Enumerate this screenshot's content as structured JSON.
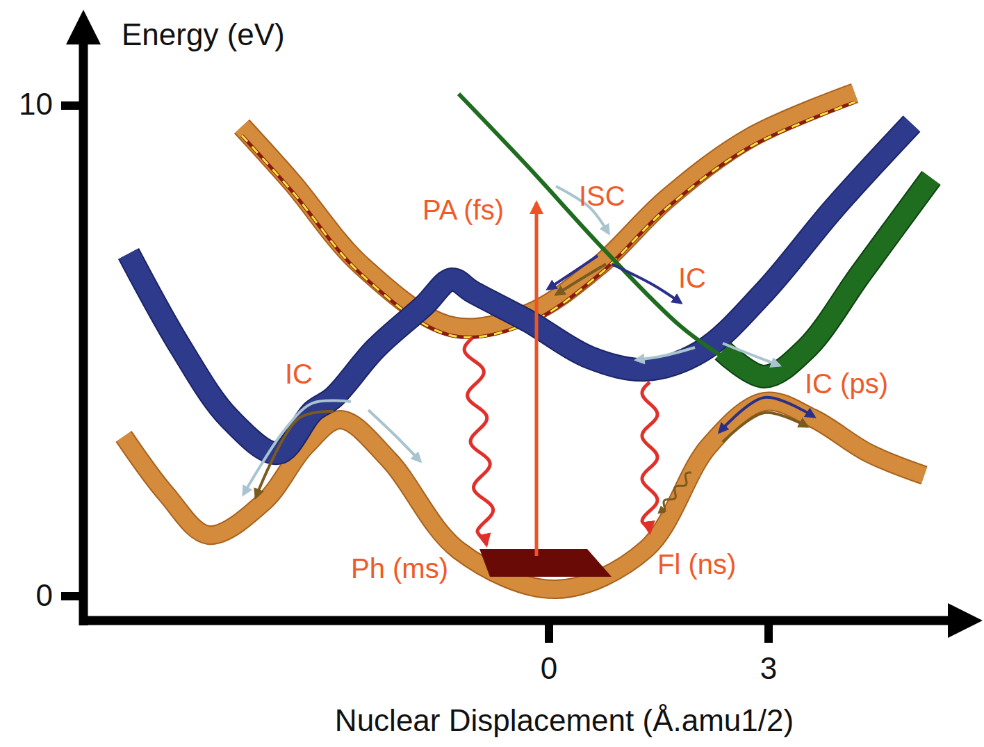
{
  "diagram": {
    "labels": [
      "Energy (eV)",
      "10",
      "ISC",
      "PA (fs)",
      "IC",
      "IC",
      "IC (ps)",
      "Ph (ms)",
      "Fl (ns)",
      "0",
      "0",
      "3",
      "Nuclear Displacement (Å.amu1/2)"
    ]
  }
}
